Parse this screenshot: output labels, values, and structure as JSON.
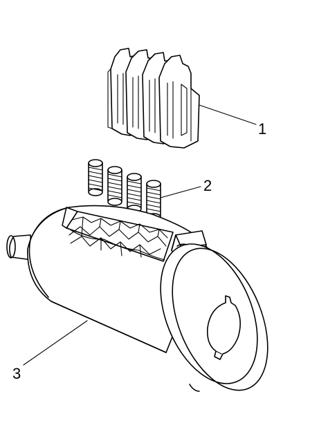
{
  "callouts": [
    {
      "id": "wafers",
      "label": "1"
    },
    {
      "id": "springs",
      "label": "2"
    },
    {
      "id": "cylinder",
      "label": "3"
    }
  ]
}
